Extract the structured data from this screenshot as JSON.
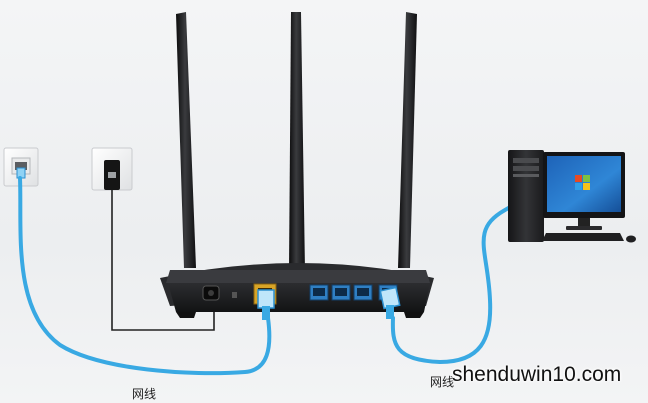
{
  "labels": {
    "cable_left": "网线",
    "cable_right": "网线"
  },
  "watermark": "shenduwin10.com",
  "colors": {
    "cable": "#39a9e3",
    "router": "#1b1c1e",
    "wan_port": "#d8a426",
    "lan_port": "#2f7fc3",
    "power_cord": "#222222"
  },
  "icons": {
    "wall_network_socket": "ethernet-wall-jack-icon",
    "wall_power_socket": "power-outlet-icon",
    "router": "wireless-router-icon",
    "computer": "desktop-pc-icon"
  }
}
